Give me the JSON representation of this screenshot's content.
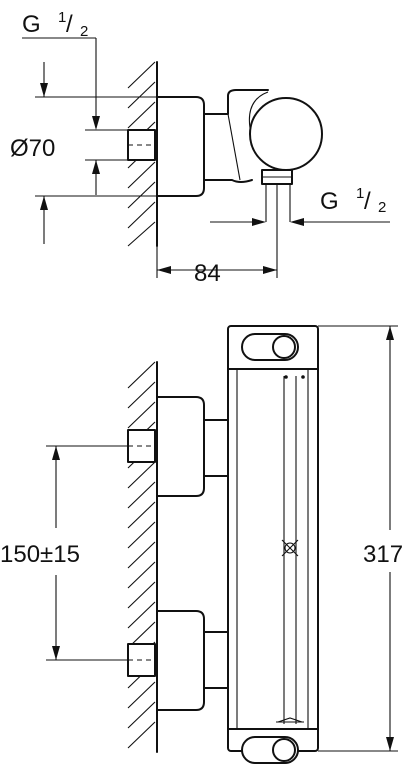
{
  "top_view": {
    "thread_left": {
      "prefix": "G ",
      "num": "1",
      "slash": "/",
      "den": "2"
    },
    "thread_right": {
      "prefix": "G ",
      "num": "1",
      "slash": "/",
      "den": "2"
    },
    "diameter_label": "Ø70",
    "depth_label": "84"
  },
  "front_view": {
    "spacing_label": "150±15",
    "height_label": "317"
  },
  "colors": {
    "line": "#111111",
    "background": "#ffffff"
  }
}
